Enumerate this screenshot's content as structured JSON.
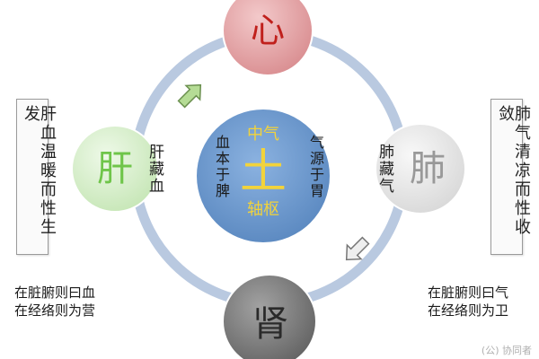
{
  "organs": {
    "heart": "心",
    "liver": "肝",
    "lung": "肺",
    "kidney": "肾"
  },
  "center": {
    "top": "中气",
    "main": "土",
    "bottom": "轴枢",
    "left_col": "血本于脾",
    "right_col": "气源于胃"
  },
  "liver_store": "肝藏血",
  "lung_store": "肺藏气",
  "left_box": "肝血温暖而性生发",
  "right_box": "肺气清凉而性收敛",
  "bottom_left": [
    "在脏腑则曰血",
    "在经络则为营"
  ],
  "bottom_right": [
    "在脏腑则曰气",
    "在经络则为卫"
  ],
  "watermark": "(公) 协同者",
  "icons": [
    "arrow-up-right-icon",
    "arrow-down-left-icon"
  ],
  "colors": {
    "ring": "#b9c9e0",
    "heart": "#e3a4a6",
    "liver": "#d2edc5",
    "lung": "#ececec",
    "kidney": "#7e7e7e",
    "center": "#6e9bd0",
    "center_text": "#f2d33b",
    "heart_text": "#c0201c",
    "liver_text": "#6fc54a"
  }
}
